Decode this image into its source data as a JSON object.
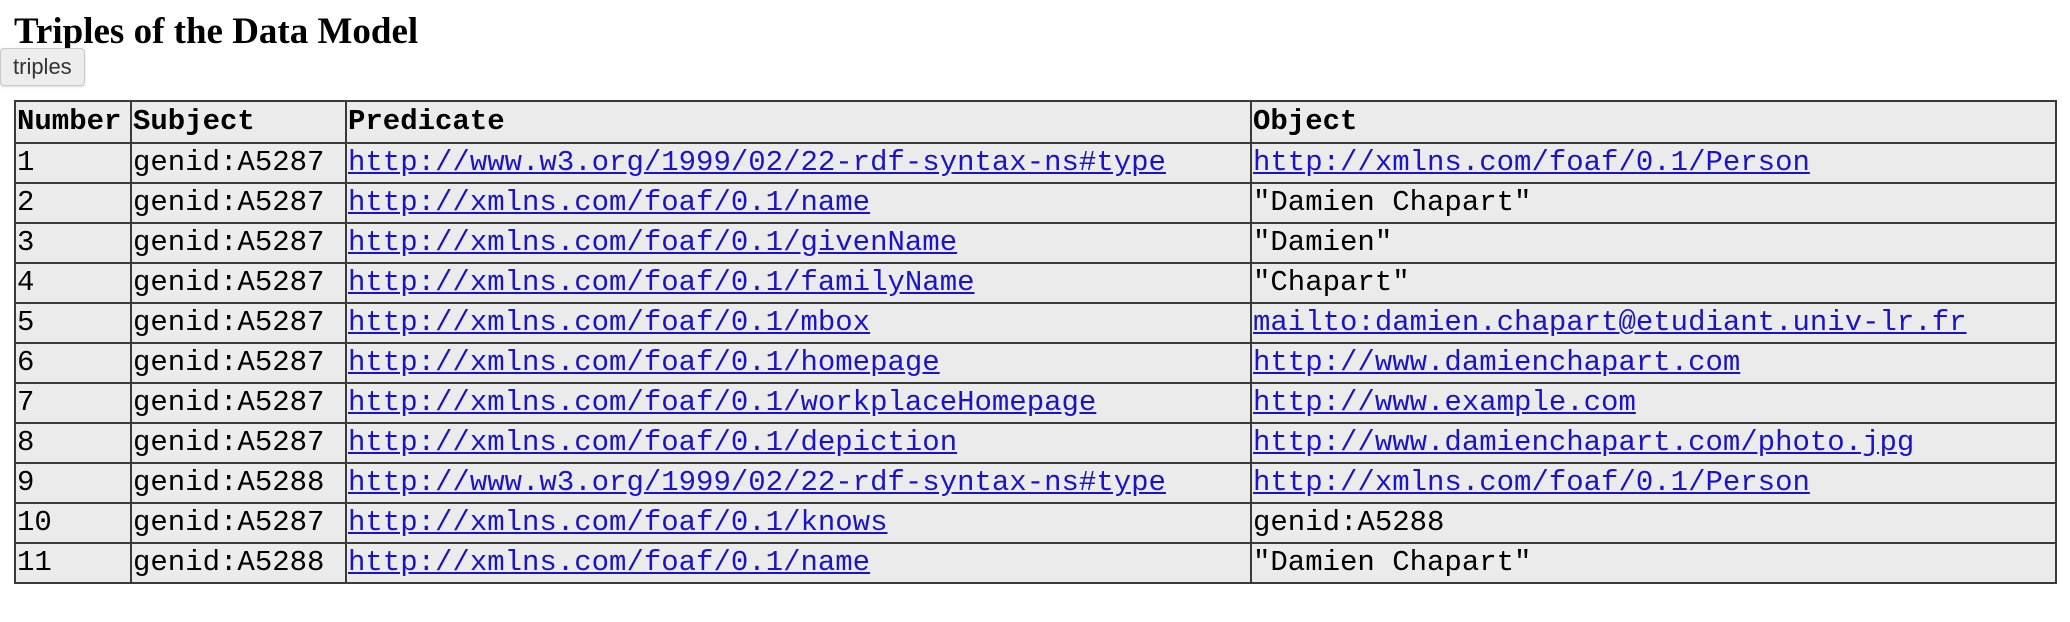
{
  "page": {
    "title": "Triples of the Data Model",
    "tooltip": "triples"
  },
  "table": {
    "headers": [
      "Number",
      "Subject",
      "Predicate",
      "Object"
    ],
    "rows": [
      {
        "number": "1",
        "subject": "genid:A5287",
        "predicate": "http://www.w3.org/1999/02/22-rdf-syntax-ns#type",
        "object": "http://xmlns.com/foaf/0.1/Person",
        "object_is_link": true
      },
      {
        "number": "2",
        "subject": "genid:A5287",
        "predicate": "http://xmlns.com/foaf/0.1/name",
        "object": "\"Damien Chapart\"",
        "object_is_link": false
      },
      {
        "number": "3",
        "subject": "genid:A5287",
        "predicate": "http://xmlns.com/foaf/0.1/givenName",
        "object": "\"Damien\"",
        "object_is_link": false
      },
      {
        "number": "4",
        "subject": "genid:A5287",
        "predicate": "http://xmlns.com/foaf/0.1/familyName",
        "object": "\"Chapart\"",
        "object_is_link": false
      },
      {
        "number": "5",
        "subject": "genid:A5287",
        "predicate": "http://xmlns.com/foaf/0.1/mbox",
        "object": "mailto:damien.chapart@etudiant.univ-lr.fr",
        "object_is_link": true
      },
      {
        "number": "6",
        "subject": "genid:A5287",
        "predicate": "http://xmlns.com/foaf/0.1/homepage",
        "object": "http://www.damienchapart.com",
        "object_is_link": true
      },
      {
        "number": "7",
        "subject": "genid:A5287",
        "predicate": "http://xmlns.com/foaf/0.1/workplaceHomepage",
        "object": "http://www.example.com",
        "object_is_link": true
      },
      {
        "number": "8",
        "subject": "genid:A5287",
        "predicate": "http://xmlns.com/foaf/0.1/depiction",
        "object": "http://www.damienchapart.com/photo.jpg",
        "object_is_link": true
      },
      {
        "number": "9",
        "subject": "genid:A5288",
        "predicate": "http://www.w3.org/1999/02/22-rdf-syntax-ns#type",
        "object": "http://xmlns.com/foaf/0.1/Person",
        "object_is_link": true
      },
      {
        "number": "10",
        "subject": "genid:A5287",
        "predicate": "http://xmlns.com/foaf/0.1/knows",
        "object": "genid:A5288",
        "object_is_link": false
      },
      {
        "number": "11",
        "subject": "genid:A5288",
        "predicate": "http://xmlns.com/foaf/0.1/name",
        "object": "\"Damien Chapart\"",
        "object_is_link": false
      }
    ]
  },
  "colors": {
    "link": "#1a13c7",
    "cell_background": "#ebebeb",
    "border": "#3a3a3a"
  }
}
